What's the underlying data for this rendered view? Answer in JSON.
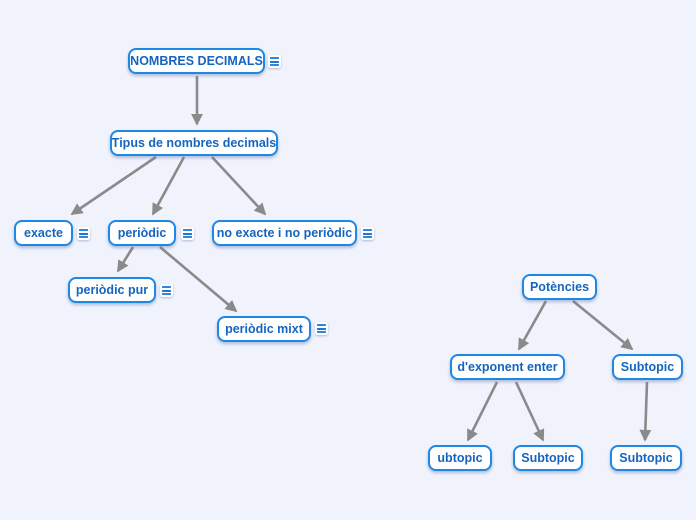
{
  "canvas": {
    "background_color": "#f1f3fc",
    "node_border_color": "#1e88e5",
    "node_fill_color": "#ffffff",
    "node_text_color": "#1565c0",
    "connector_color": "#8a8a8a",
    "notes_icon_glyph": "≡"
  },
  "mindmap": {
    "nodes": [
      {
        "label": "NOMBRES DECIMALS",
        "has_notes_icon": true
      },
      {
        "label": "Tipus de nombres decimals",
        "has_notes_icon": false
      },
      {
        "label": "exacte",
        "has_notes_icon": true
      },
      {
        "label": "periòdic",
        "has_notes_icon": true
      },
      {
        "label": "no exacte i no periòdic",
        "has_notes_icon": true
      },
      {
        "label": "periòdic pur",
        "has_notes_icon": true
      },
      {
        "label": "periòdic mixt",
        "has_notes_icon": true
      },
      {
        "label": "Potències",
        "has_notes_icon": false
      },
      {
        "label": "d'exponent enter",
        "has_notes_icon": false
      },
      {
        "label": "Subtopic",
        "has_notes_icon": false
      },
      {
        "label": "ubtopic",
        "has_notes_icon": false
      },
      {
        "label": "Subtopic",
        "has_notes_icon": false
      },
      {
        "label": "Subtopic",
        "has_notes_icon": false
      }
    ],
    "edges": [
      {
        "from": "NOMBRES DECIMALS",
        "to": "Tipus de nombres decimals"
      },
      {
        "from": "Tipus de nombres decimals",
        "to": "exacte"
      },
      {
        "from": "Tipus de nombres decimals",
        "to": "periòdic"
      },
      {
        "from": "Tipus de nombres decimals",
        "to": "no exacte i no periòdic"
      },
      {
        "from": "periòdic",
        "to": "periòdic pur"
      },
      {
        "from": "periòdic",
        "to": "periòdic mixt"
      },
      {
        "from": "Potències",
        "to": "d'exponent enter"
      },
      {
        "from": "Potències",
        "to": "Subtopic"
      },
      {
        "from": "d'exponent enter",
        "to": "ubtopic"
      },
      {
        "from": "d'exponent enter",
        "to": "Subtopic"
      },
      {
        "from": "Subtopic",
        "to": "Subtopic"
      }
    ]
  }
}
